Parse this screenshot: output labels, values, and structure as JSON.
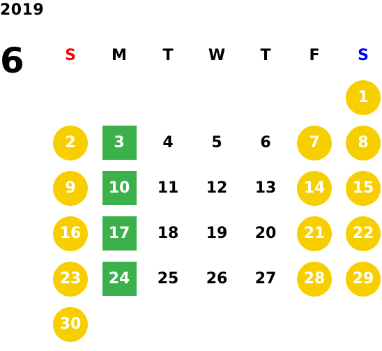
{
  "calendar": {
    "year": "2019",
    "month": "6",
    "weekdays": [
      {
        "label": "S",
        "color": "#ff0000"
      },
      {
        "label": "M",
        "color": "#000000"
      },
      {
        "label": "T",
        "color": "#000000"
      },
      {
        "label": "W",
        "color": "#000000"
      },
      {
        "label": "T",
        "color": "#000000"
      },
      {
        "label": "F",
        "color": "#000000"
      },
      {
        "label": "S",
        "color": "#0000ff"
      }
    ],
    "first_weekday_index": 6,
    "days_in_month": 30,
    "styles": {
      "holiday_circle_color": "#f7cf00",
      "closed_square_color": "#3cb04a"
    },
    "days": [
      {
        "day": "1",
        "style": "holiday"
      },
      {
        "day": "2",
        "style": "holiday"
      },
      {
        "day": "3",
        "style": "closed"
      },
      {
        "day": "4",
        "style": "plain"
      },
      {
        "day": "5",
        "style": "plain"
      },
      {
        "day": "6",
        "style": "plain"
      },
      {
        "day": "7",
        "style": "holiday"
      },
      {
        "day": "8",
        "style": "holiday"
      },
      {
        "day": "9",
        "style": "holiday"
      },
      {
        "day": "10",
        "style": "closed"
      },
      {
        "day": "11",
        "style": "plain"
      },
      {
        "day": "12",
        "style": "plain"
      },
      {
        "day": "13",
        "style": "plain"
      },
      {
        "day": "14",
        "style": "holiday"
      },
      {
        "day": "15",
        "style": "holiday"
      },
      {
        "day": "16",
        "style": "holiday"
      },
      {
        "day": "17",
        "style": "closed"
      },
      {
        "day": "18",
        "style": "plain"
      },
      {
        "day": "19",
        "style": "plain"
      },
      {
        "day": "20",
        "style": "plain"
      },
      {
        "day": "21",
        "style": "holiday"
      },
      {
        "day": "22",
        "style": "holiday"
      },
      {
        "day": "23",
        "style": "holiday"
      },
      {
        "day": "24",
        "style": "closed"
      },
      {
        "day": "25",
        "style": "plain"
      },
      {
        "day": "26",
        "style": "plain"
      },
      {
        "day": "27",
        "style": "plain"
      },
      {
        "day": "28",
        "style": "holiday"
      },
      {
        "day": "29",
        "style": "holiday"
      },
      {
        "day": "30",
        "style": "holiday"
      }
    ]
  }
}
